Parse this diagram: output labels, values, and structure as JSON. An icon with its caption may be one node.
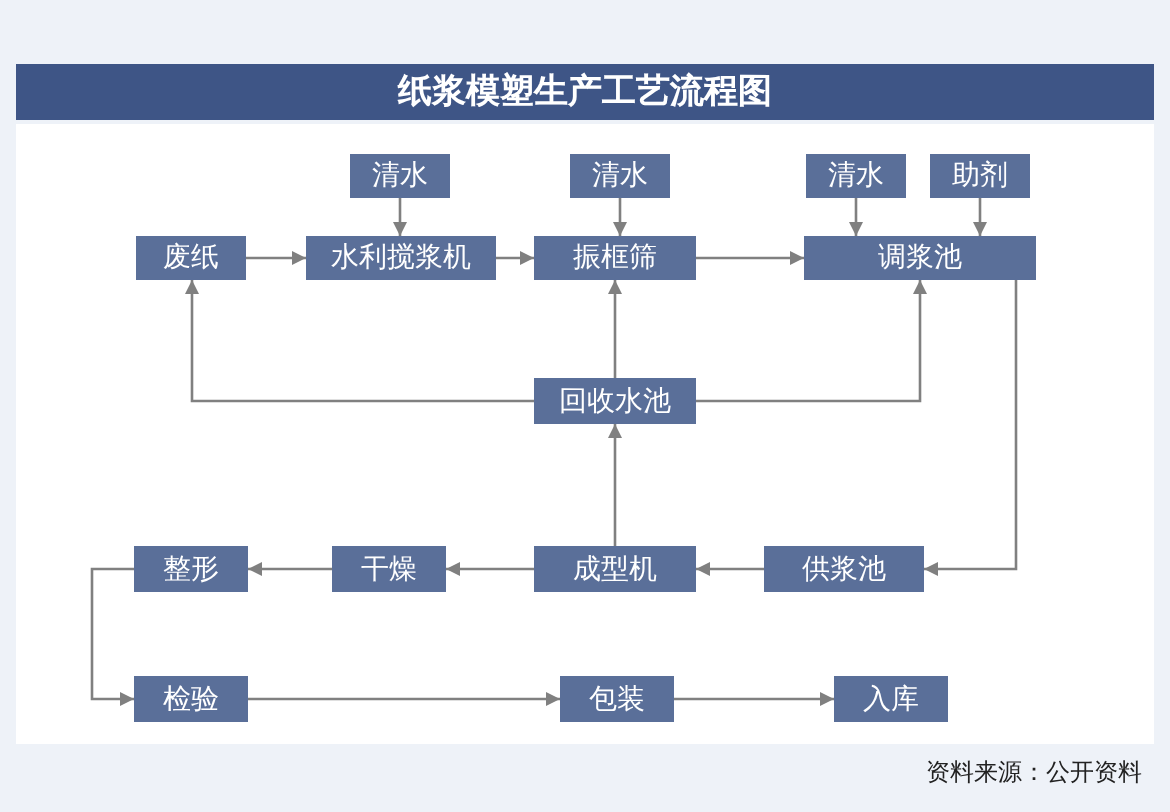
{
  "diagram": {
    "title": "纸浆模塑生产工艺流程图",
    "caption": "资料来源：公开资料",
    "nodes": [
      {
        "text": [
          "废纸"
        ]
      },
      {
        "text": [
          "清水"
        ]
      },
      {
        "text": [
          "水利搅浆机"
        ]
      },
      {
        "text": [
          "清水"
        ]
      },
      {
        "text": [
          "振框筛"
        ]
      },
      {
        "text": [
          "清水"
        ]
      },
      {
        "text": [
          "助剂"
        ]
      },
      {
        "text": [
          "调浆池"
        ]
      },
      {
        "text": [
          "回收水池"
        ]
      },
      {
        "text": [
          "整形"
        ]
      },
      {
        "text": [
          "干燥"
        ]
      },
      {
        "text": [
          "成型机"
        ]
      },
      {
        "text": [
          "供浆池"
        ]
      },
      {
        "text": [
          "检验"
        ]
      },
      {
        "text": [
          "包装"
        ]
      },
      {
        "text": [
          "入库"
        ]
      }
    ],
    "edges": [
      {
        "from": 0,
        "to": 2,
        "arrow": "to"
      },
      {
        "from": 1,
        "to": 2,
        "arrow": "to"
      },
      {
        "from": 2,
        "to": 4,
        "arrow": "to"
      },
      {
        "from": 3,
        "to": 4,
        "arrow": "to"
      },
      {
        "from": 4,
        "to": 7,
        "arrow": "to"
      },
      {
        "from": 5,
        "to": 7,
        "arrow": "to"
      },
      {
        "from": 6,
        "to": 7,
        "arrow": "to"
      },
      {
        "from": 8,
        "to": 0,
        "arrow": "to"
      },
      {
        "from": 8,
        "to": 4,
        "arrow": "to"
      },
      {
        "from": 8,
        "to": 7,
        "arrow": "to"
      },
      {
        "from": 11,
        "to": 8,
        "arrow": "to"
      },
      {
        "from": 7,
        "to": 12,
        "arrow": "to"
      },
      {
        "from": 12,
        "to": 11,
        "arrow": "to"
      },
      {
        "from": 11,
        "to": 10,
        "arrow": "to"
      },
      {
        "from": 10,
        "to": 9,
        "arrow": "to"
      },
      {
        "from": 9,
        "to": 13,
        "arrow": "to"
      },
      {
        "from": 13,
        "to": 14,
        "arrow": "to"
      },
      {
        "from": 14,
        "to": 15,
        "arrow": "to"
      }
    ]
  }
}
